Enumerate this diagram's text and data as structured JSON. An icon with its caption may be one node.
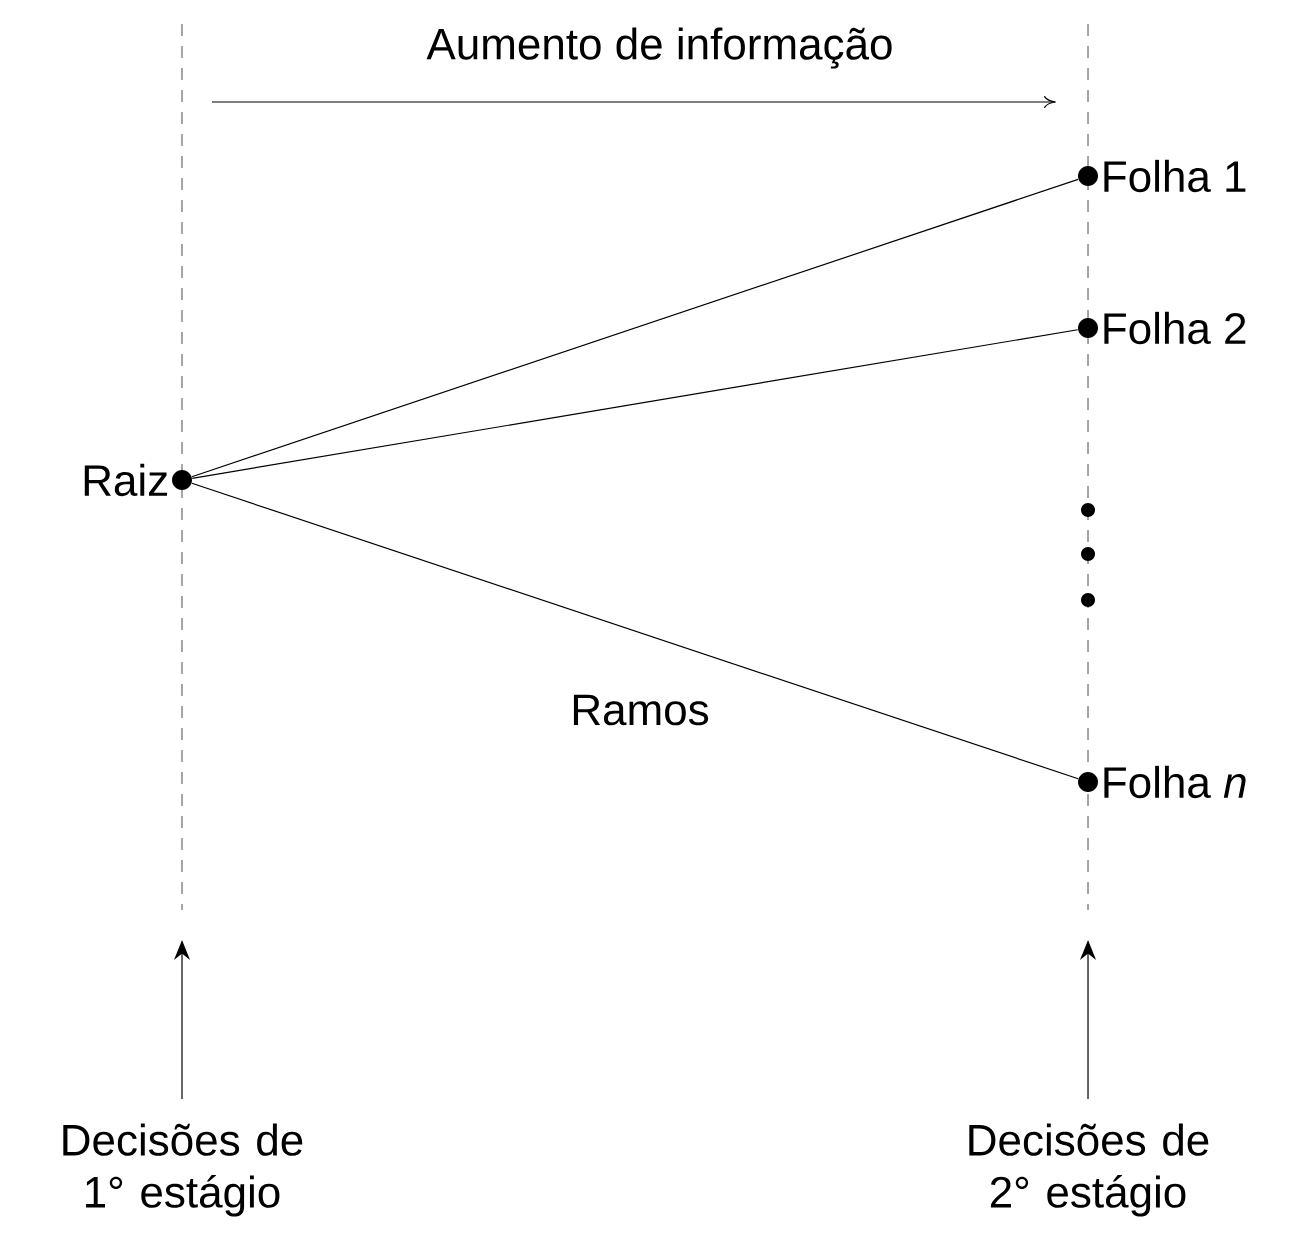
{
  "diagram": {
    "nodes": [
      {
        "text": [
          "Raiz"
        ]
      },
      {
        "text": [
          "Folha 1"
        ]
      },
      {
        "text": [
          "Folha 2"
        ]
      },
      {
        "text": [],
        "shape": "circle"
      },
      {
        "text": [],
        "shape": "circle"
      },
      {
        "text": [],
        "shape": "circle"
      },
      {
        "text": [
          "Folha *n*"
        ]
      },
      {
        "text": [
          "Decisões de 1° estágio"
        ]
      },
      {
        "text": [
          "Decisões de 2° estágio"
        ]
      }
    ],
    "edges": [
      {
        "from": 0,
        "to": 1,
        "arrow": "none"
      },
      {
        "from": 0,
        "to": 2,
        "arrow": "none"
      },
      {
        "from": 0,
        "to": 6,
        "arrow": "none"
      },
      {
        "from": 7,
        "to": null,
        "arrow": "to"
      },
      {
        "from": 8,
        "to": null,
        "arrow": "to"
      }
    ],
    "labels": [
      "Aumento de informação",
      "Ramos"
    ]
  }
}
